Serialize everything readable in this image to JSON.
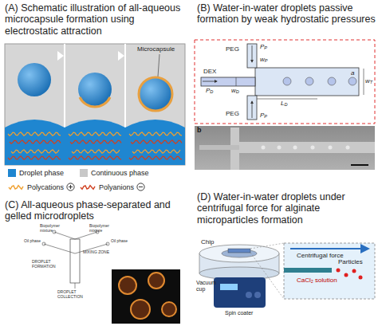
{
  "diagram": {
    "labels": [
      "(A) Schematic illustration of all-aqueous microcapsule formation using electrostatic attraction",
      "Microcapsule",
      "(B) Water-in-water droplets passive formation by weak hydrostatic pressures",
      "PEG",
      "PP",
      "DEX",
      "PD",
      "wD",
      "wP",
      "a",
      "wT",
      "LD",
      "PEG",
      "PP",
      "b",
      "(C) All-aqueous phase-separated and gelled microdroplets",
      "Biopolymer mixture",
      "Biopolymer mixture",
      "Oil phase",
      "Oil phase",
      "MIXING ZONE",
      "DROPLET FORMATION",
      "DROPLET COLLECTION",
      "(D) Water-in-water droplets under centrifugal force for alginate microparticles formation",
      "Chip",
      "Vacuum cup",
      "Spin coater",
      "Centrifugal force",
      "CaCl₂ solution",
      "Particles"
    ],
    "legend": [
      {
        "text": "Droplet phase",
        "color": "#1f86d0"
      },
      {
        "text": "Continuous phase",
        "color": "#c8c8c8"
      },
      {
        "text": "Polycations"
      },
      {
        "text": "Polyanions"
      }
    ]
  }
}
